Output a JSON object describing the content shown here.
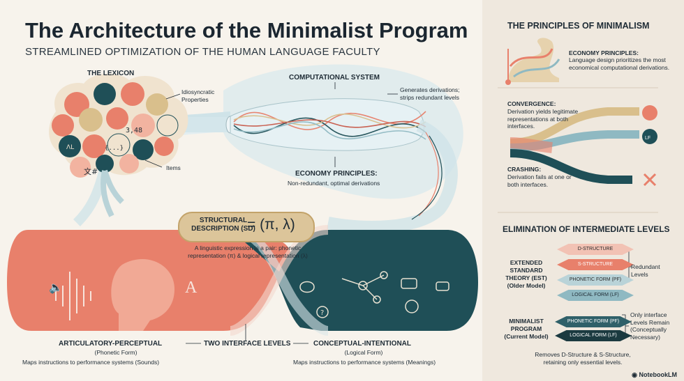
{
  "header": {
    "title": "The Architecture of the Minimalist Program",
    "subtitle": "STREAMLINED OPTIMIZATION OF THE HUMAN LANGUAGE FACULTY"
  },
  "lexicon": {
    "title": "THE LEXICON",
    "idiosyncratic": "Idiosyncratic\nProperties",
    "items": "Items"
  },
  "computational": {
    "title": "COMPUTATIONAL SYSTEM",
    "note": "Generates derivations;\nstrips redundant levels",
    "economy_title": "ECONOMY PRINCIPLES:",
    "economy_desc": "Non-redundant, optimal derivations"
  },
  "sd": {
    "label": "STRUCTURAL\nDESCRIPTION (SD)",
    "equation": "= (π, λ)",
    "caption": "A linguistic expression is a pair: phonetic\nrepresentation (π) & logical representation (λ)"
  },
  "interfaces": {
    "left_title": "ARTICULATORY-PERCEPTUAL",
    "left_sub": "(Phonetic Form)",
    "left_desc": "Maps instructions to performance systems (Sounds)",
    "middle": "TWO INTERFACE LEVELS",
    "right_title": "CONCEPTUAL-INTENTIONAL",
    "right_sub": "(Logical Form)",
    "right_desc": "Maps instructions to performance systems (Meanings)"
  },
  "principles": {
    "heading": "THE PRINCIPLES OF MINIMALISM",
    "economy_title": "ECONOMY PRINCIPLES:",
    "economy_desc": "Language design prioritizes the most economical computational derivations.",
    "convergence_title": "CONVERGENCE:",
    "convergence_desc": "Derivation yields legitimate representations at both interfaces.",
    "crashing_title": "CRASHING:",
    "crashing_desc": "Derivation fails at one or both interfaces.",
    "lf_badge": "LF"
  },
  "elimination": {
    "heading": "ELIMINATION OF INTERMEDIATE LEVELS",
    "est_label": "EXTENDED\nSTANDARD\nTHEORY (EST)\n(Older Model)",
    "est_layers": [
      "D-STRUCTURE",
      "S-STRUCTURE",
      "PHONETIC FORM (PF)",
      "LOGICAL FORM (LF)"
    ],
    "est_note": "Redundant\nLevels",
    "mp_label": "MINIMALIST\nPROGRAM\n(Current Model)",
    "mp_layers": [
      "PHONETIC FORM (PF)",
      "LOGICAL FORM (LF)"
    ],
    "mp_note": "Only interface\nLevels Remain\n(Conceptually\nNecessary)",
    "footer": "Removes D-Structure & S-Structure,\nretaining only essential levels."
  },
  "brand": "NotebookLM",
  "colors": {
    "coral": "#e8806b",
    "teal": "#1f4f57",
    "gold": "#d9bf8c",
    "sky": "#cfe3e8",
    "background": "#f7f3ec"
  }
}
